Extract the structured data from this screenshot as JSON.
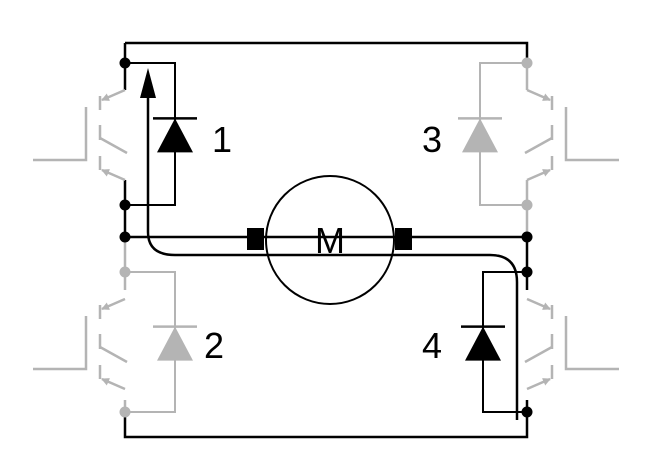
{
  "diagram": {
    "motor": {
      "label": "M"
    },
    "switches": [
      {
        "label": "1",
        "state": "active"
      },
      {
        "label": "2",
        "state": "inactive"
      },
      {
        "label": "3",
        "state": "inactive"
      },
      {
        "label": "4",
        "state": "active"
      }
    ],
    "colors": {
      "active": "#000000",
      "inactive": "#b4b4b4",
      "background": "#ffffff"
    }
  }
}
